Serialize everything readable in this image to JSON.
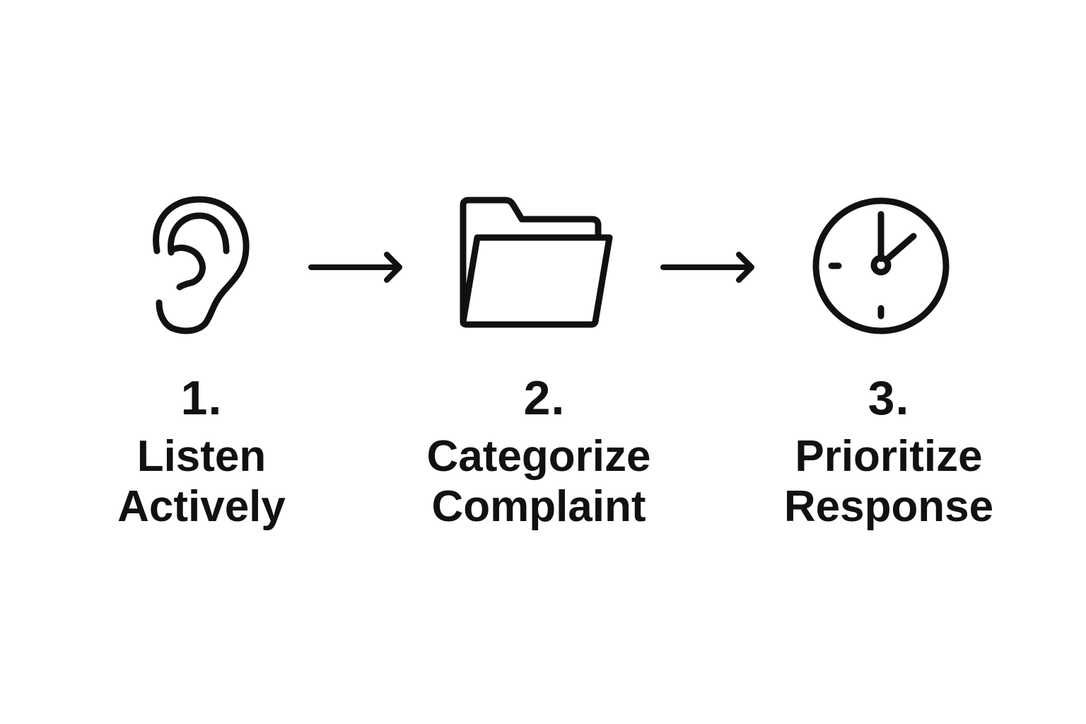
{
  "colors": {
    "ink": "#111111",
    "background": "#ffffff"
  },
  "steps": [
    {
      "number": "1.",
      "label_line1": "Listen",
      "label_line2": "Actively",
      "icon": "ear-icon"
    },
    {
      "number": "2.",
      "label_line1": "Categorize",
      "label_line2": "Complaint",
      "icon": "folder-icon"
    },
    {
      "number": "3.",
      "label_line1": "Prioritize",
      "label_line2": "Response",
      "icon": "clock-icon"
    }
  ],
  "connectors": [
    {
      "from": "1.",
      "to": "2.",
      "icon": "arrow-right-icon"
    },
    {
      "from": "2.",
      "to": "3.",
      "icon": "arrow-right-icon"
    }
  ]
}
